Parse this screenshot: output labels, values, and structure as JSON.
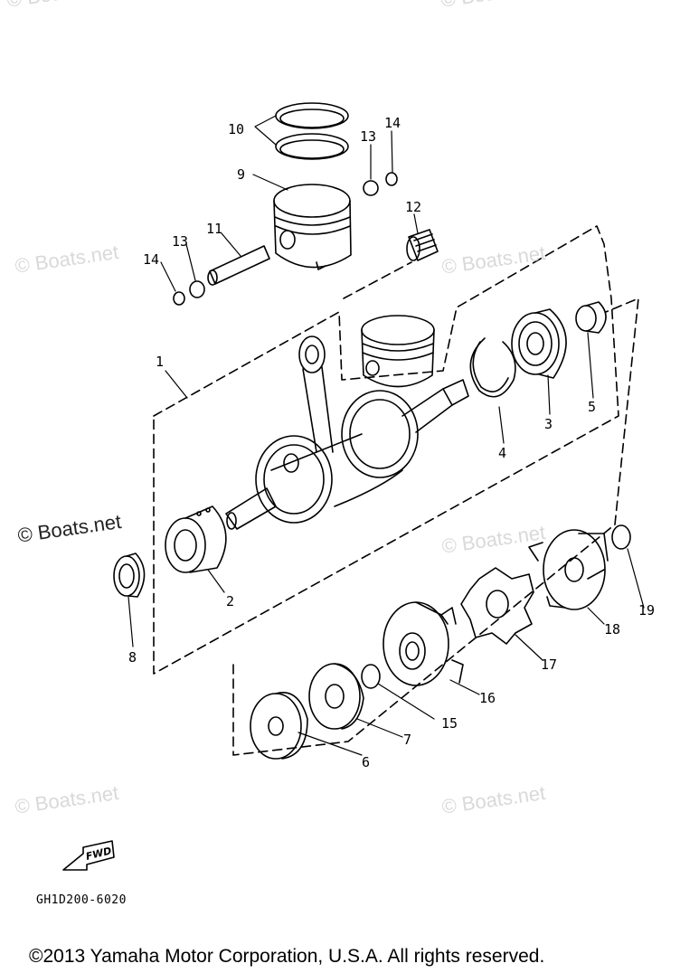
{
  "watermark": {
    "text": "© Boats.net"
  },
  "callouts": [
    {
      "id": "1",
      "label": "1"
    },
    {
      "id": "2",
      "label": "2"
    },
    {
      "id": "3",
      "label": "3"
    },
    {
      "id": "4",
      "label": "4"
    },
    {
      "id": "5",
      "label": "5"
    },
    {
      "id": "6",
      "label": "6"
    },
    {
      "id": "7",
      "label": "7"
    },
    {
      "id": "8",
      "label": "8"
    },
    {
      "id": "9",
      "label": "9"
    },
    {
      "id": "10",
      "label": "10"
    },
    {
      "id": "11",
      "label": "11"
    },
    {
      "id": "12",
      "label": "12"
    },
    {
      "id": "13a",
      "label": "13"
    },
    {
      "id": "13b",
      "label": "13"
    },
    {
      "id": "14a",
      "label": "14"
    },
    {
      "id": "14b",
      "label": "14"
    },
    {
      "id": "15",
      "label": "15"
    },
    {
      "id": "16",
      "label": "16"
    },
    {
      "id": "17",
      "label": "17"
    },
    {
      "id": "18",
      "label": "18"
    },
    {
      "id": "19",
      "label": "19"
    }
  ],
  "fwd_label": "FWD",
  "diagram_code": "GH1D200-6020",
  "copyright": "©2013 Yamaha Motor Corporation, U.S.A. All rights reserved."
}
